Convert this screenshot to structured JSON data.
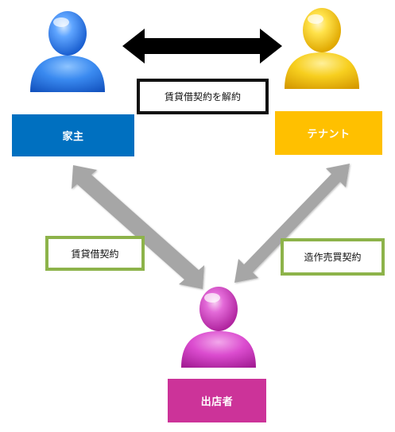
{
  "roles": {
    "landlord": {
      "label": "家主",
      "color": "#0070c0"
    },
    "tenant": {
      "label": "テナント",
      "color": "#ffc000"
    },
    "exhibitor": {
      "label": "出店者",
      "color": "#cc3399"
    }
  },
  "relations": {
    "cancel_lease": {
      "label": "賃貸借契約を解約",
      "border_color": "#111111"
    },
    "lease_contract": {
      "label": "賃貸借契約",
      "border_color": "#8db34a"
    },
    "fixture_sale_contract": {
      "label": "造作売買契約",
      "border_color": "#8db34a"
    }
  },
  "icons": {
    "landlord": "person-icon",
    "tenant": "person-icon",
    "exhibitor": "person-icon"
  },
  "colors": {
    "person_blue": "#2f7fe8",
    "person_yellow": "#f2cc1a",
    "person_pink": "#d64cc8",
    "arrow_black": "#000000",
    "arrow_gray": "#a6a6a6"
  }
}
